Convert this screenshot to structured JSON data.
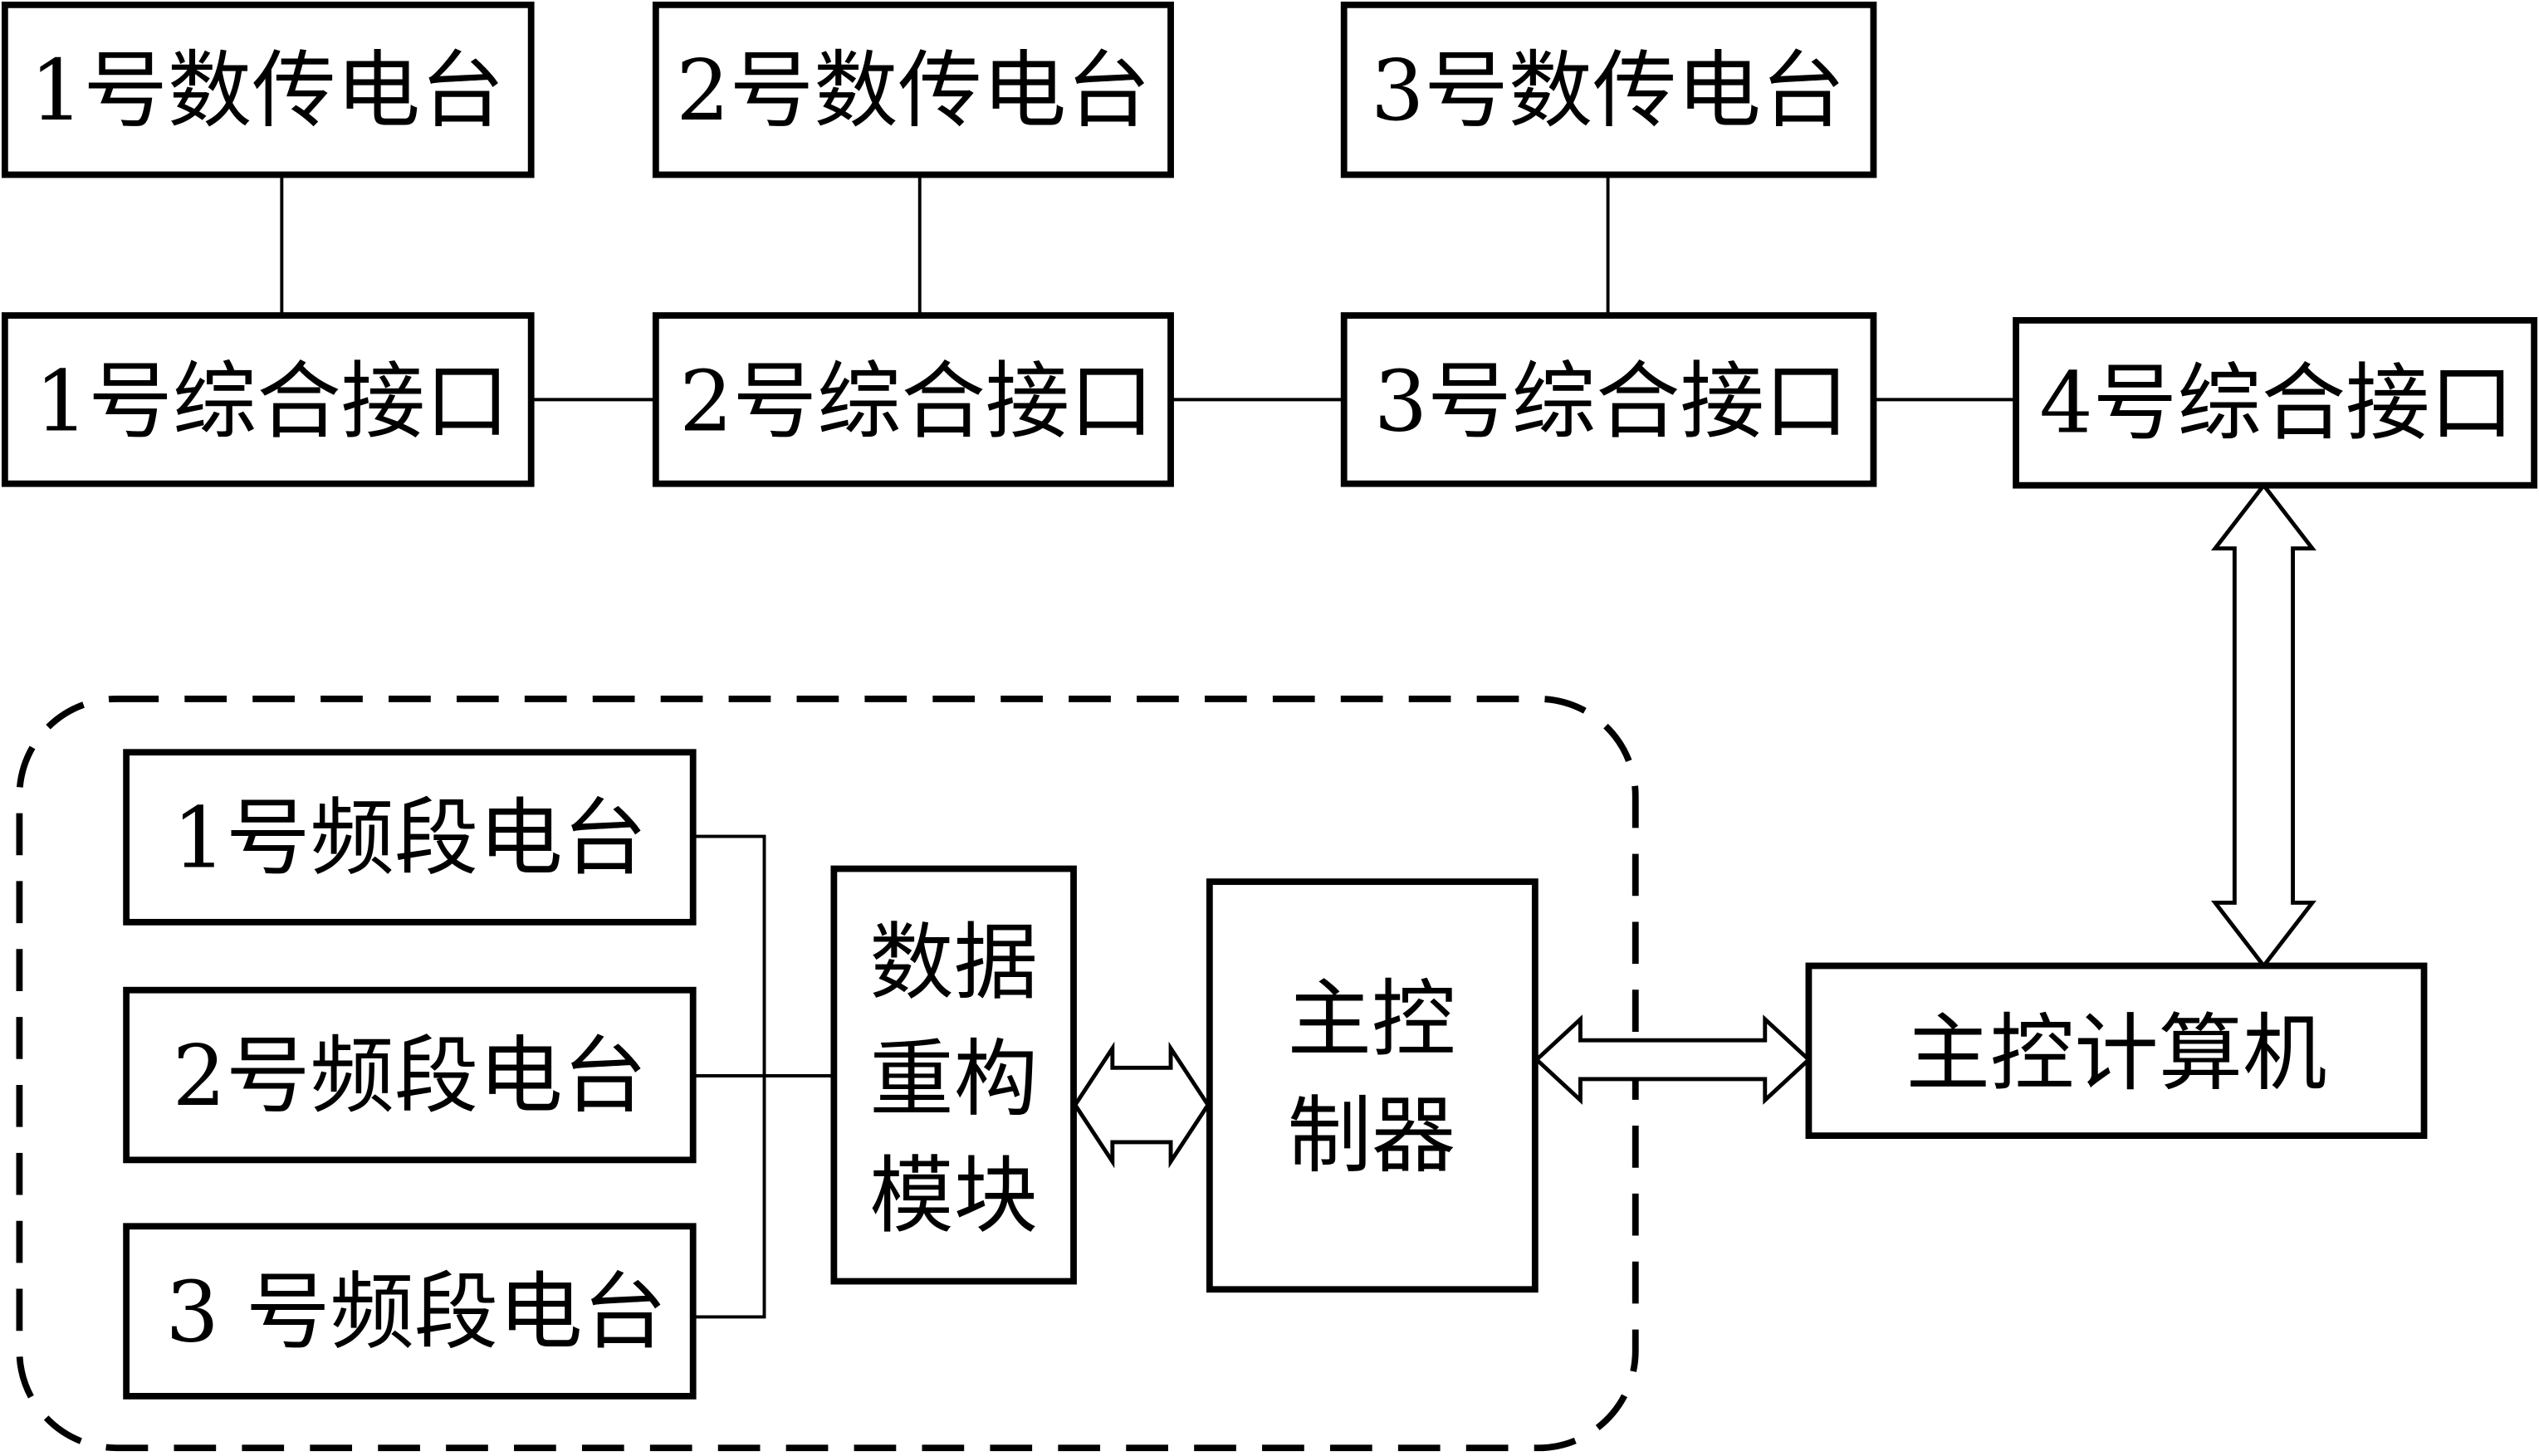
{
  "diagram": {
    "data_radios": [
      {
        "label": "1号数传电台"
      },
      {
        "label": "2号数传电台"
      },
      {
        "label": "3号数传电台"
      }
    ],
    "interfaces": [
      {
        "label": "1号综合接口"
      },
      {
        "label": "2号综合接口"
      },
      {
        "label": "3号综合接口"
      },
      {
        "label": "4号综合接口"
      }
    ],
    "band_radios": [
      {
        "label": "1号频段电台"
      },
      {
        "label": "2号频段电台"
      },
      {
        "label": "3 号频段电台"
      }
    ],
    "reconstruct_module": {
      "lines": [
        "数据",
        "重构",
        "模块"
      ]
    },
    "main_controller": {
      "lines": [
        "主控",
        "制器"
      ]
    },
    "main_computer": {
      "label": "主控计算机"
    }
  }
}
